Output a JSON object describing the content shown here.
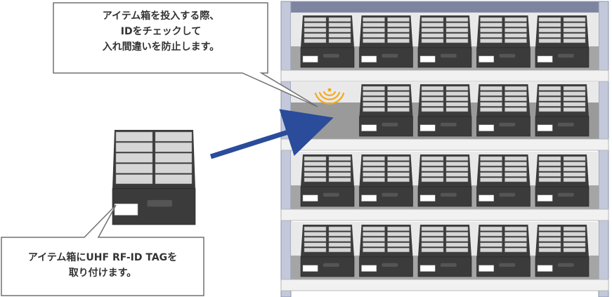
{
  "callouts": {
    "top": {
      "lines": [
        "アイテム箱を投入する際、",
        "IDをチェックして",
        "入れ間違いを防止します。"
      ]
    },
    "bottom": {
      "lines": [
        "アイテム箱にUHF RF-ID TAGを",
        "取り付けます。"
      ]
    }
  },
  "rack": {
    "shelves": 4,
    "boxes_per_shelf": 5,
    "empty_slot": {
      "shelf": 2,
      "position": 1
    }
  },
  "colors": {
    "rack_frame": "#a9b1c9",
    "shelf_back": "#e9e9e9",
    "shelf_board": "#f1f1f1",
    "box_body": "#3b3b3b",
    "card": "#d6d6d6",
    "arrow": "#2a4c9a",
    "rfid_signal": "#f4a81d",
    "tag": "#ffffff"
  },
  "icons": {
    "signal": "rfid-signal-icon",
    "arrow": "insert-arrow-icon"
  }
}
